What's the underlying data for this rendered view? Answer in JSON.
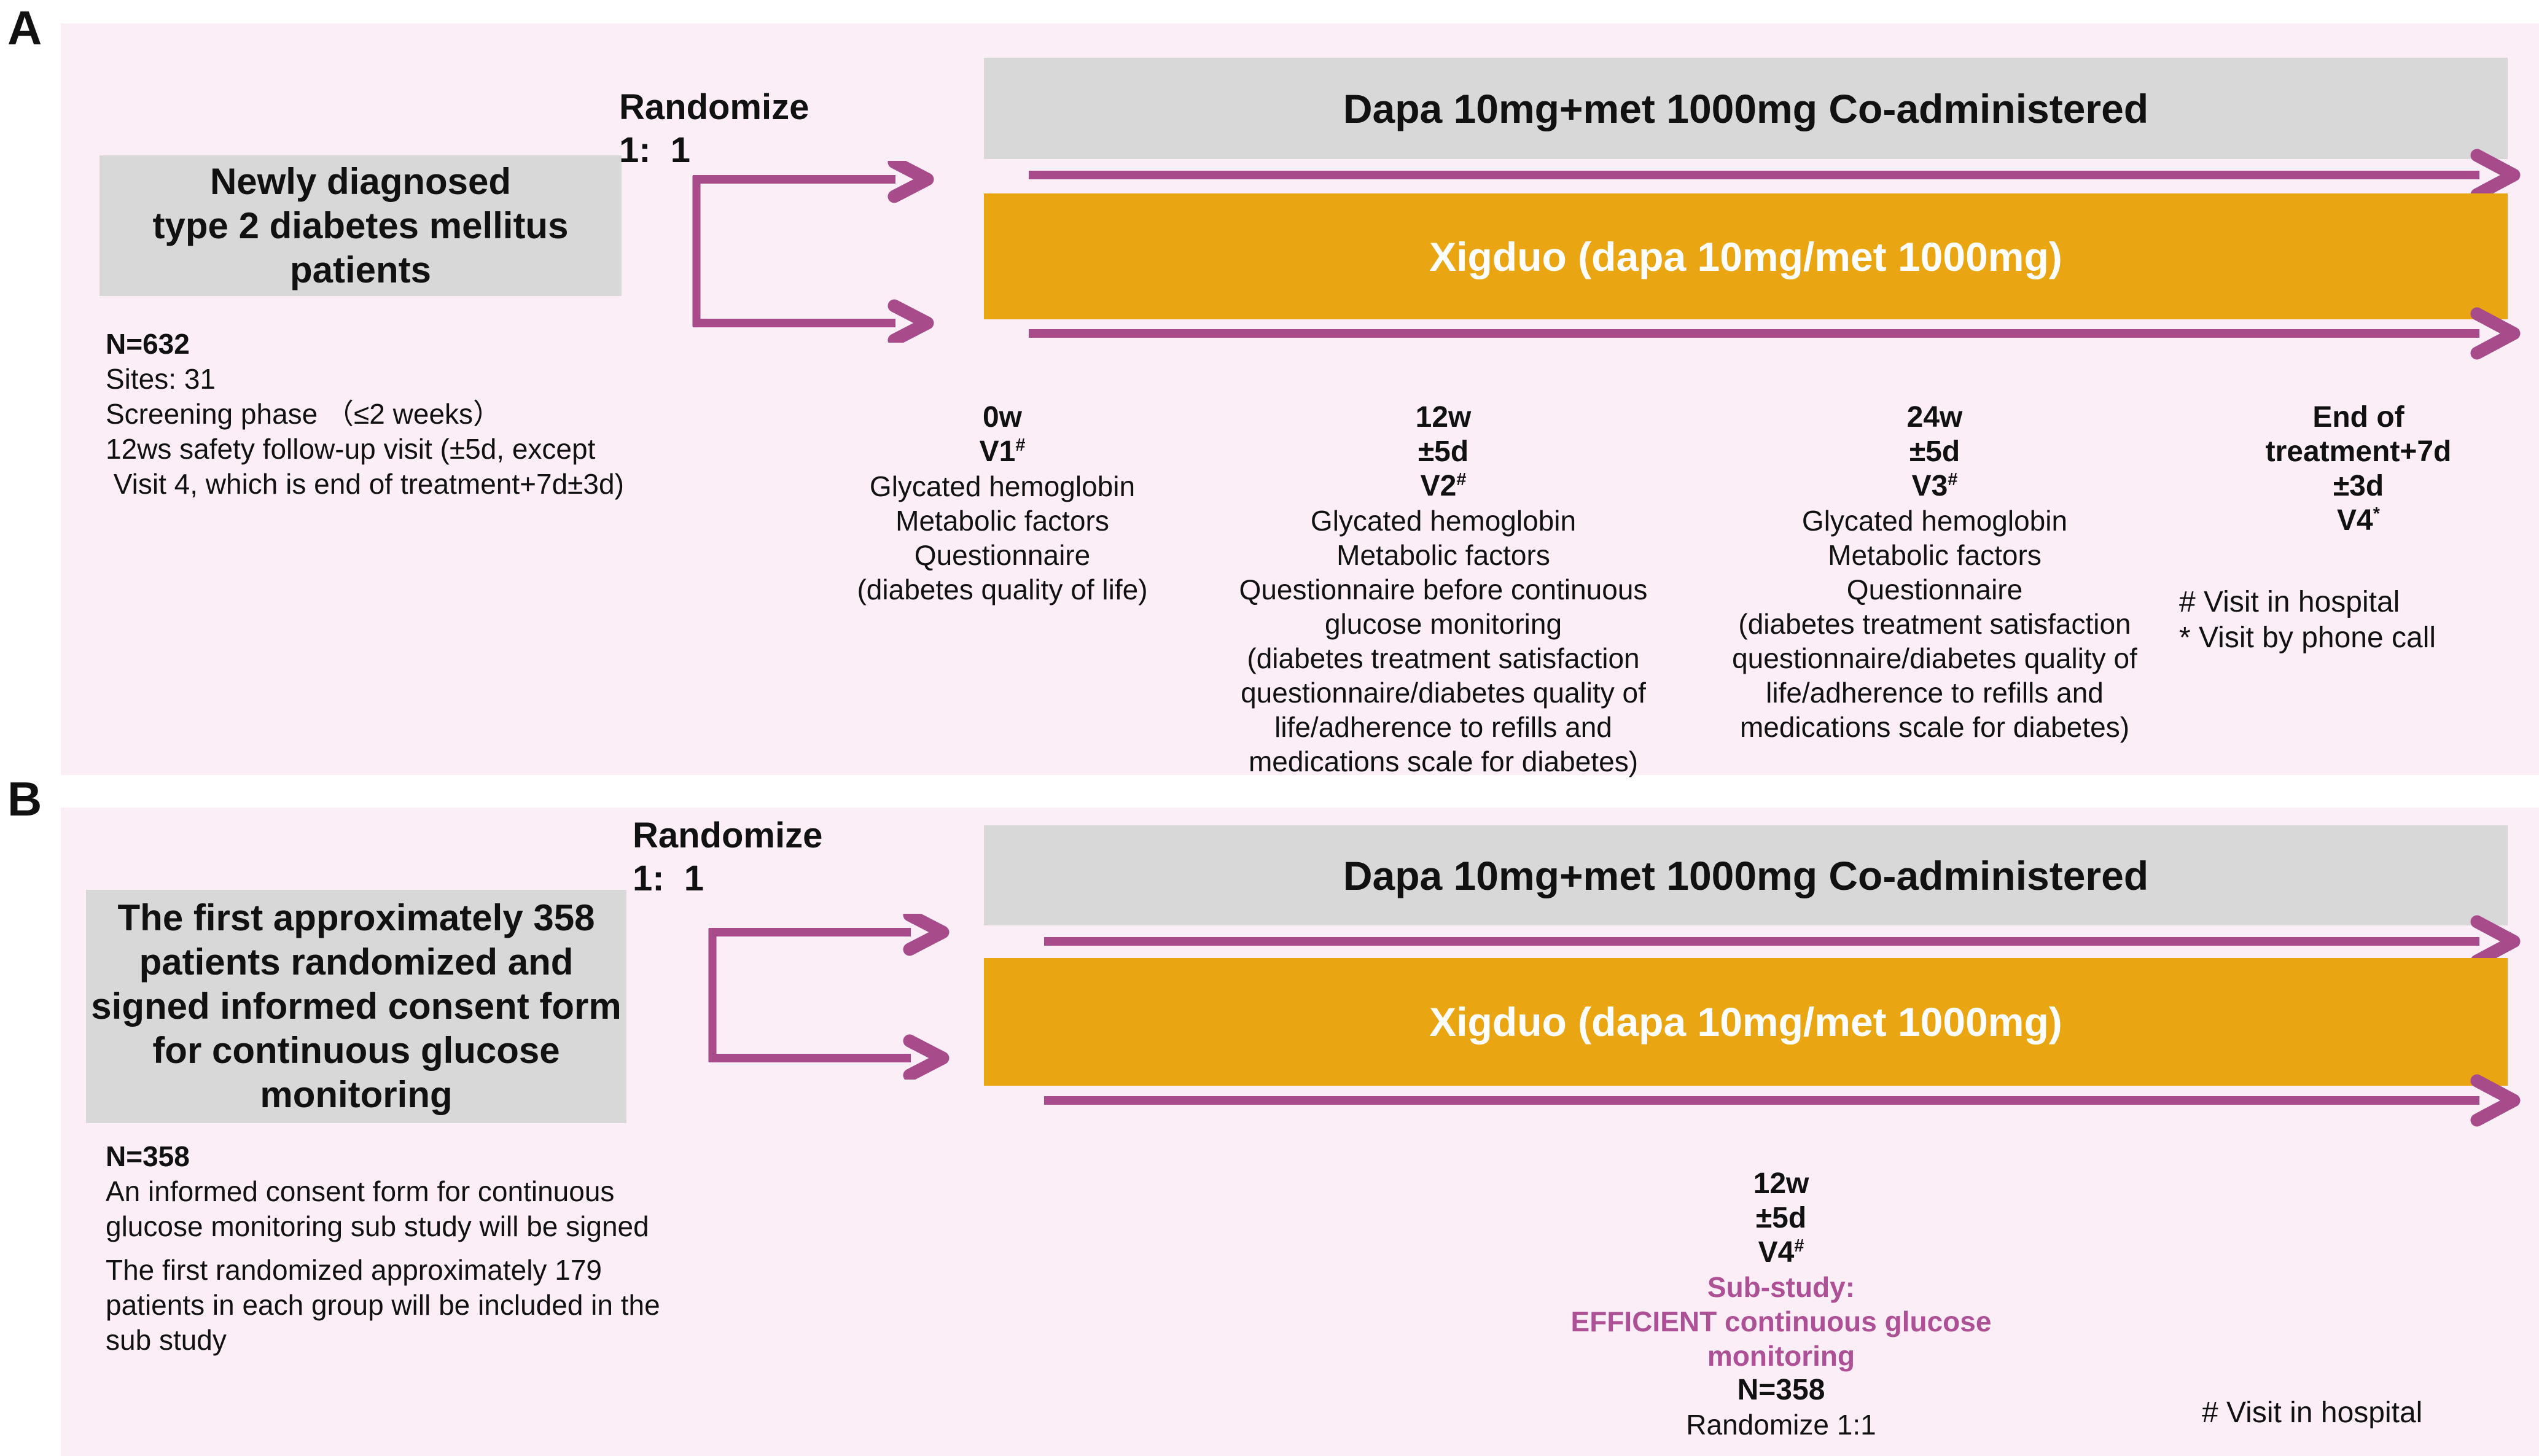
{
  "colors": {
    "background": "#ffffff",
    "panel_pink": "#fceef7",
    "box_gray": "#d8d8d8",
    "bar_orange": "#e9a512",
    "arrow_purple": "#a84b8a",
    "substudy_purple": "#ad5095",
    "text_black": "#111111",
    "xigduo_text": "#ffffff"
  },
  "panel_a": {
    "label": "A",
    "population_box_lines": [
      "Newly diagnosed",
      "type 2 diabetes mellitus",
      "patients"
    ],
    "randomize_line1": "Randomize",
    "randomize_line2": "1:  1",
    "coadmin_bar_label": "Dapa 10mg+met 1000mg Co-administered",
    "xigduo_bar_label": "Xigduo (dapa 10mg/met 1000mg)",
    "note_lines": [
      "N=632",
      "Sites: 31",
      "Screening phase （≤2 weeks）",
      "12ws safety follow-up visit (±5d, except",
      " Visit 4, which is end of treatment+7d±3d)"
    ],
    "timepoint_1": {
      "time": "0w",
      "visit": "V1",
      "visit_sup": "#",
      "items": [
        "Glycated hemoglobin",
        "Metabolic factors",
        "Questionnaire",
        "(diabetes quality of life)"
      ]
    },
    "timepoint_2": {
      "time": "12w",
      "window": "±5d",
      "visit": "V2",
      "visit_sup": "#",
      "items": [
        "Glycated hemoglobin",
        "Metabolic factors",
        "Questionnaire before continuous",
        "glucose monitoring",
        "(diabetes treatment satisfaction",
        "questionnaire/diabetes quality of",
        "life/adherence to refills and",
        "medications scale for diabetes)"
      ]
    },
    "timepoint_3": {
      "time": "24w",
      "window": "±5d",
      "visit": "V3",
      "visit_sup": "#",
      "items": [
        "Glycated hemoglobin",
        "Metabolic factors",
        "Questionnaire",
        "(diabetes treatment satisfaction",
        "questionnaire/diabetes quality of",
        "life/adherence to refills and",
        "medications scale for diabetes)"
      ]
    },
    "timepoint_4": {
      "time_line1": "End of",
      "time_line2": "treatment+7d",
      "time_line3": "±3d",
      "visit": "V4",
      "visit_sup": "*"
    },
    "footnote_1": "# Visit in hospital",
    "footnote_2": "* Visit by phone call"
  },
  "panel_b": {
    "label": "B",
    "population_box_lines": [
      "The first approximately 358",
      "patients randomized and",
      "signed informed consent form",
      "for continuous glucose",
      "monitoring"
    ],
    "randomize_line1": "Randomize",
    "randomize_line2": "1:  1",
    "coadmin_bar_label": "Dapa 10mg+met 1000mg Co-administered",
    "xigduo_bar_label": "Xigduo (dapa 10mg/met 1000mg)",
    "note_n": "N=358",
    "note_para1_line1": "An informed consent form for continuous",
    "note_para1_line2": "glucose monitoring sub study will be signed",
    "note_para2_line1": "The first randomized approximately 179",
    "note_para2_line2": "patients in each group will be included in the",
    "note_para2_line3": "sub study",
    "timepoint": {
      "time": "12w",
      "window": "±5d",
      "visit": "V4",
      "visit_sup": "#",
      "substudy_line1": "Sub-study:",
      "substudy_line2": "EFFICIENT continuous glucose",
      "substudy_line3": "monitoring",
      "n": "N=358",
      "randomize": "Randomize 1:1"
    },
    "footnote_1": "# Visit in hospital"
  }
}
